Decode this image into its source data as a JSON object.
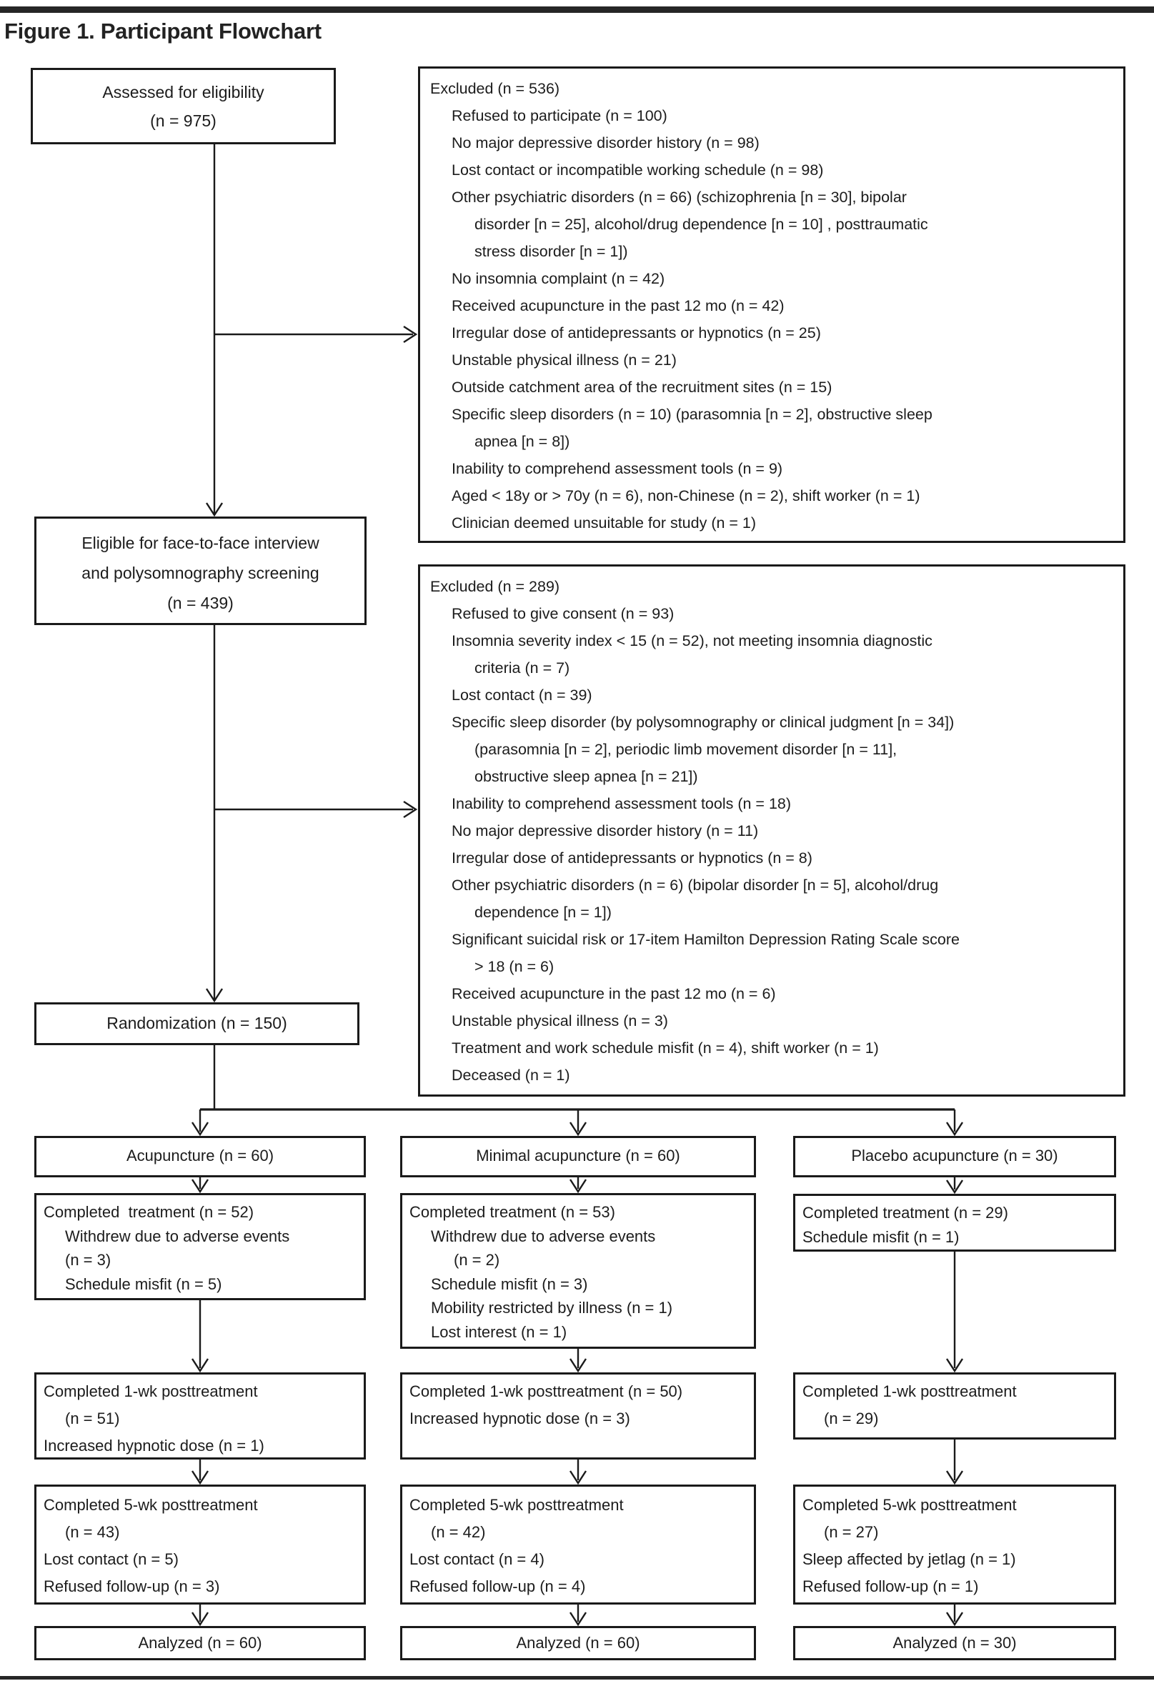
{
  "figure": {
    "title": "Figure 1. Participant Flowchart"
  },
  "flow": {
    "assessed": {
      "lines": [
        "Assessed for eligibility",
        "(n = 975)"
      ]
    },
    "excluded1": {
      "lines": [
        {
          "t": "Excluded (n = 536)",
          "i": 0
        },
        {
          "t": "Refused to participate (n = 100)",
          "i": 1
        },
        {
          "t": "No major depressive disorder history (n = 98)",
          "i": 1
        },
        {
          "t": "Lost contact or incompatible working schedule (n = 98)",
          "i": 1
        },
        {
          "t": "Other psychiatric disorders (n = 66) (schizophrenia [n = 30], bipolar",
          "i": 1
        },
        {
          "t": "disorder [n = 25], alcohol/drug dependence [n = 10] , posttraumatic",
          "i": 2
        },
        {
          "t": "stress disorder [n = 1])",
          "i": 2
        },
        {
          "t": "No insomnia complaint (n = 42)",
          "i": 1
        },
        {
          "t": "Received acupuncture in the past 12 mo (n = 42)",
          "i": 1
        },
        {
          "t": "Irregular dose of antidepressants or hypnotics (n = 25)",
          "i": 1
        },
        {
          "t": "Unstable physical illness (n = 21)",
          "i": 1
        },
        {
          "t": "Outside catchment area of the recruitment sites (n = 15)",
          "i": 1
        },
        {
          "t": "Specific sleep disorders (n = 10) (parasomnia [n = 2], obstructive sleep",
          "i": 1
        },
        {
          "t": "apnea [n = 8])",
          "i": 2
        },
        {
          "t": "Inability to comprehend assessment tools (n = 9)",
          "i": 1
        },
        {
          "t": "Aged < 18y or > 70y (n = 6), non-Chinese (n = 2), shift worker (n = 1)",
          "i": 1
        },
        {
          "t": "Clinician deemed unsuitable for study (n = 1)",
          "i": 1
        }
      ]
    },
    "eligible": {
      "lines": [
        "Eligible for face-to-face interview",
        "and polysomnography screening",
        "(n = 439)"
      ]
    },
    "excluded2": {
      "lines": [
        {
          "t": "Excluded (n = 289)",
          "i": 0
        },
        {
          "t": "Refused to give consent (n = 93)",
          "i": 1
        },
        {
          "t": "Insomnia severity index < 15 (n = 52), not meeting insomnia diagnostic",
          "i": 1
        },
        {
          "t": "criteria (n = 7)",
          "i": 2
        },
        {
          "t": "Lost contact (n = 39)",
          "i": 1
        },
        {
          "t": "Specific sleep disorder (by polysomnography or clinical judgment [n = 34])",
          "i": 1
        },
        {
          "t": "(parasomnia [n = 2], periodic limb movement disorder [n = 11],",
          "i": 2
        },
        {
          "t": "obstructive sleep apnea [n = 21])",
          "i": 2
        },
        {
          "t": "Inability to comprehend assessment tools (n = 18)",
          "i": 1
        },
        {
          "t": "No major depressive disorder history (n = 11)",
          "i": 1
        },
        {
          "t": "Irregular dose of antidepressants or hypnotics (n = 8)",
          "i": 1
        },
        {
          "t": "Other psychiatric disorders (n = 6) (bipolar disorder [n = 5], alcohol/drug",
          "i": 1
        },
        {
          "t": "dependence [n = 1])",
          "i": 2
        },
        {
          "t": "Significant suicidal risk or 17-item Hamilton Depression Rating Scale score",
          "i": 1
        },
        {
          "t": "> 18 (n = 6)",
          "i": 2
        },
        {
          "t": "Received acupuncture in the past 12 mo (n = 6)",
          "i": 1
        },
        {
          "t": "Unstable physical illness (n = 3)",
          "i": 1
        },
        {
          "t": "Treatment and work schedule misfit (n = 4), shift worker (n = 1)",
          "i": 1
        },
        {
          "t": "Deceased (n = 1)",
          "i": 1
        }
      ]
    },
    "randomization": {
      "label": "Randomization (n = 150)"
    },
    "arms": [
      {
        "header": "Acupuncture (n = 60)",
        "treatment": {
          "lines": [
            {
              "t": "Completed  treatment (n = 52)",
              "i": 0
            },
            {
              "t": "Withdrew due to adverse events",
              "i": 1
            },
            {
              "t": "(n = 3)",
              "i": 1
            },
            {
              "t": "Schedule misfit (n = 5)",
              "i": 1
            }
          ]
        },
        "week1": {
          "lines": [
            {
              "t": "Completed 1-wk posttreatment",
              "i": 0
            },
            {
              "t": "(n = 51)",
              "i": 1
            },
            {
              "t": "Increased hypnotic dose (n = 1)",
              "i": 0
            }
          ]
        },
        "week5": {
          "lines": [
            {
              "t": "Completed 5-wk posttreatment",
              "i": 0
            },
            {
              "t": "(n = 43)",
              "i": 1
            },
            {
              "t": "Lost contact (n = 5)",
              "i": 0
            },
            {
              "t": "Refused follow-up (n = 3)",
              "i": 0
            }
          ]
        },
        "analyzed": "Analyzed (n = 60)"
      },
      {
        "header": "Minimal acupuncture (n = 60)",
        "treatment": {
          "lines": [
            {
              "t": "Completed treatment (n = 53)",
              "i": 0
            },
            {
              "t": "Withdrew due to adverse events",
              "i": 1
            },
            {
              "t": "(n = 2)",
              "i": 2
            },
            {
              "t": "Schedule misfit (n = 3)",
              "i": 1
            },
            {
              "t": "Mobility restricted by illness (n = 1)",
              "i": 1
            },
            {
              "t": "Lost interest (n = 1)",
              "i": 1
            }
          ]
        },
        "week1": {
          "lines": [
            {
              "t": "Completed 1-wk posttreatment (n = 50)",
              "i": 0
            },
            {
              "t": "Increased hypnotic dose (n = 3)",
              "i": 0
            }
          ]
        },
        "week5": {
          "lines": [
            {
              "t": "Completed 5-wk posttreatment",
              "i": 0
            },
            {
              "t": "(n = 42)",
              "i": 1
            },
            {
              "t": "Lost contact (n = 4)",
              "i": 0
            },
            {
              "t": "Refused follow-up (n = 4)",
              "i": 0
            }
          ]
        },
        "analyzed": "Analyzed (n = 60)"
      },
      {
        "header": "Placebo acupuncture (n = 30)",
        "treatment": {
          "lines": [
            {
              "t": "Completed treatment (n = 29)",
              "i": 0
            },
            {
              "t": "Schedule misfit (n = 1)",
              "i": 0
            }
          ]
        },
        "week1": {
          "lines": [
            {
              "t": "Completed 1-wk posttreatment",
              "i": 0
            },
            {
              "t": "(n = 29)",
              "i": 1
            }
          ]
        },
        "week5": {
          "lines": [
            {
              "t": "Completed 5-wk posttreatment",
              "i": 0
            },
            {
              "t": "(n = 27)",
              "i": 1
            },
            {
              "t": "Sleep affected by jetlag (n = 1)",
              "i": 0
            },
            {
              "t": "Refused follow-up (n = 1)",
              "i": 0
            }
          ]
        },
        "analyzed": "Analyzed (n = 30)"
      }
    ]
  }
}
